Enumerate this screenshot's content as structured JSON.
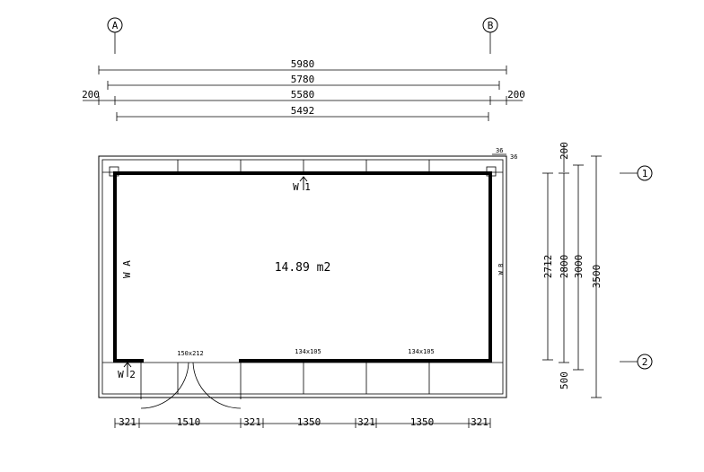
{
  "grid": {
    "axis_a": "A",
    "axis_b": "B",
    "axis_1": "1",
    "axis_2": "2"
  },
  "top_dims": {
    "overall": "5980",
    "d2": "5780",
    "d3": "5580",
    "d4": "5492",
    "left_overhang": "200",
    "right_overhang": "200"
  },
  "corner_dims": {
    "top_36_a": "36",
    "top_36_b": "36"
  },
  "room": {
    "area": "14.89 m2"
  },
  "walls": {
    "w1": "W 1",
    "w2": "W 2",
    "wa": "W A",
    "wb": "W B"
  },
  "openings": {
    "door": "150x212",
    "window1": "134x105",
    "window2": "134x105"
  },
  "bottom_dims": {
    "s1": "321",
    "s2": "1510",
    "s3": "321",
    "s4": "1350",
    "s5": "321",
    "s6": "1350",
    "s7": "321"
  },
  "right_dims": {
    "r_top200": "200",
    "r_2712": "2712",
    "r_2800": "2800",
    "r_3000": "3000",
    "r_3500": "3500",
    "r_500": "500"
  }
}
